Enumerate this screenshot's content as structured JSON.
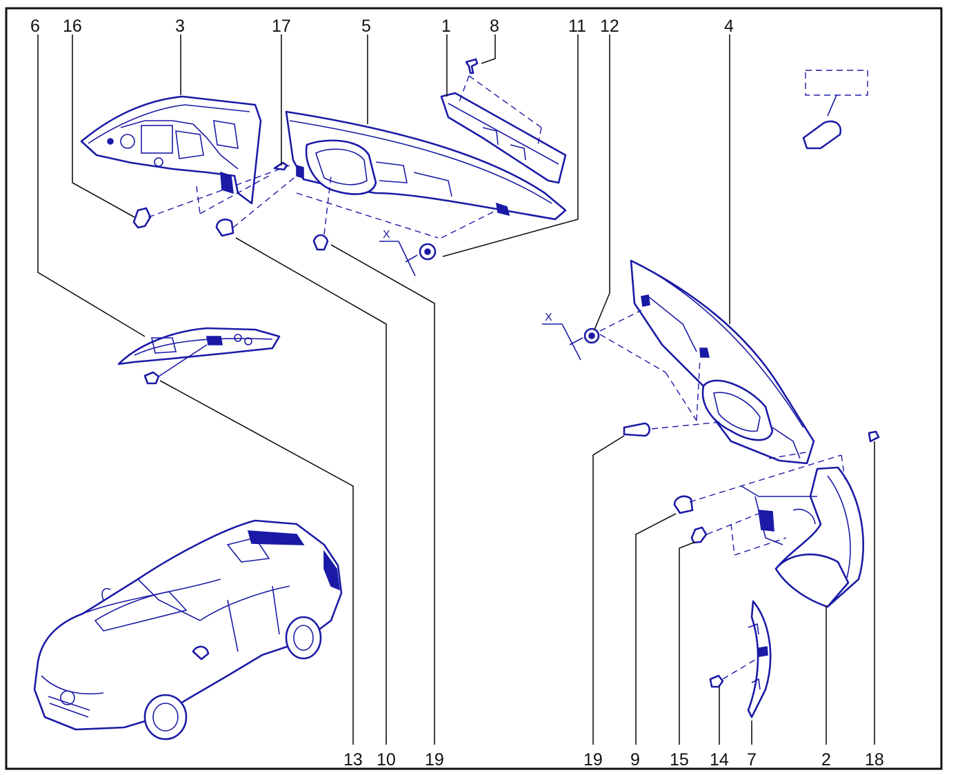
{
  "diagram": {
    "callouts_top": [
      "6",
      "16",
      "3",
      "17",
      "5",
      "1",
      "8",
      "11",
      "12",
      "4"
    ],
    "callouts_bottom": [
      "13",
      "10",
      "19",
      "19",
      "9",
      "15",
      "14",
      "7",
      "2",
      "18"
    ],
    "axis_markers": [
      "X",
      "X"
    ],
    "colors": {
      "line_art": "#1a1aa6",
      "leader": "#111111",
      "border": "#111111",
      "background": "#ffffff"
    }
  }
}
